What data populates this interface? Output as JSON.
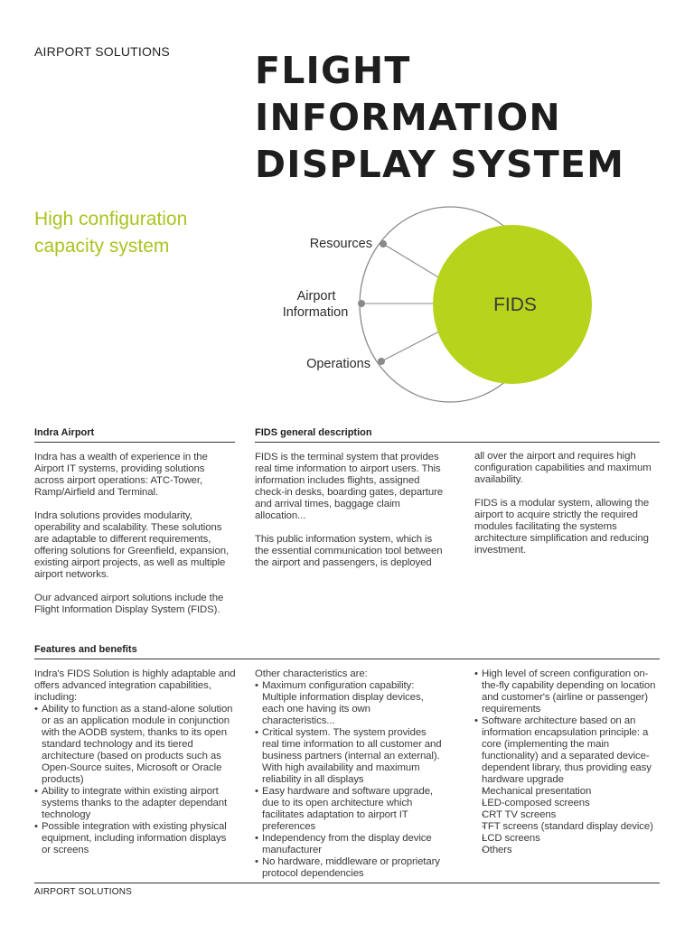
{
  "header": {
    "kicker": "AIRPORT SOLUTIONS",
    "title_lines": [
      "FLIGHT",
      "INFORMATION",
      "DISPLAY SYSTEM"
    ],
    "subtitle_lines": [
      "High configuration",
      "capacity system"
    ]
  },
  "diagram": {
    "center_label": "FIDS",
    "labels": {
      "resources": "Resources",
      "airport_line1": "Airport",
      "airport_line2": "Information",
      "operations": "Operations"
    },
    "colors": {
      "circle_fill": "#b8d31c",
      "outline": "#8a8a8a"
    }
  },
  "sections": {
    "indra": {
      "heading": "Indra Airport",
      "paragraphs": [
        "Indra has a wealth of experience in the Airport IT systems, providing solutions across airport operations: ATC-Tower, Ramp/Airfield and Terminal.",
        "Indra solutions provides modularity, operability and scalability. These solutions are adaptable to different requirements, offering solutions for Greenfield, expansion, existing airport projects, as well as multiple airport networks.",
        "Our advanced airport solutions include the Flight Information Display System (FIDS)."
      ]
    },
    "fids_desc": {
      "heading": "FIDS general description",
      "col1": [
        "FIDS is the terminal system that provides real time information to airport users. This information includes flights, assigned check-in desks, boarding gates, departure and arrival times, baggage claim allocation...",
        "This public information system, which  is the essential communication tool between the airport and passengers, is deployed"
      ],
      "col2": [
        "all over the airport and requires high configuration capabilities and maximum availability.",
        "FIDS is a modular system, allowing the airport to acquire strictly the required modules facilitating the systems architecture simplification and reducing investment."
      ]
    },
    "features": {
      "heading": "Features and benefits",
      "col1_intro": "Indra's FIDS Solution is highly adaptable and offers advanced integration capabilities, including:",
      "col1_bullets": [
        "Ability to function as a stand-alone solution or as an application module in conjunction with the AODB system, thanks to its open standard technology and its tiered architecture (based on products such as Open-Source suites, Microsoft or Oracle products)",
        "Ability to integrate within existing airport systems thanks to the adapter dependant technology",
        "Possible integration with existing physical equipment, including information displays or screens"
      ],
      "col2_intro": "Other characteristics are:",
      "col2_bullets": [
        "Maximum configuration capability: Multiple information display devices, each one having its own characteristics...",
        "Critical system. The system provides real time information to all customer and business partners (internal an external). With high availability and maximum reliability in all displays",
        "Easy hardware and software upgrade, due to its open architecture which facilitates adaptation to airport IT preferences",
        "Independency from the display device manufacturer",
        "No hardware, middleware or proprietary protocol dependencies"
      ],
      "col3_bullets": [
        "High level of screen configuration on-the-fly capability depending on location and customer's (airline or passenger) requirements",
        "Software architecture based on an information encapsulation principle: a core (implementing the main functionality) and a separated device-dependent library, thus providing easy hardware upgrade"
      ],
      "col3_dashes": [
        "Mechanical presentation",
        "LED-composed screens",
        "CRT TV screens",
        "TFT screens (standard display device)",
        "LCD screens",
        "Others"
      ]
    }
  },
  "footer": {
    "text": "AIRPORT SOLUTIONS"
  }
}
